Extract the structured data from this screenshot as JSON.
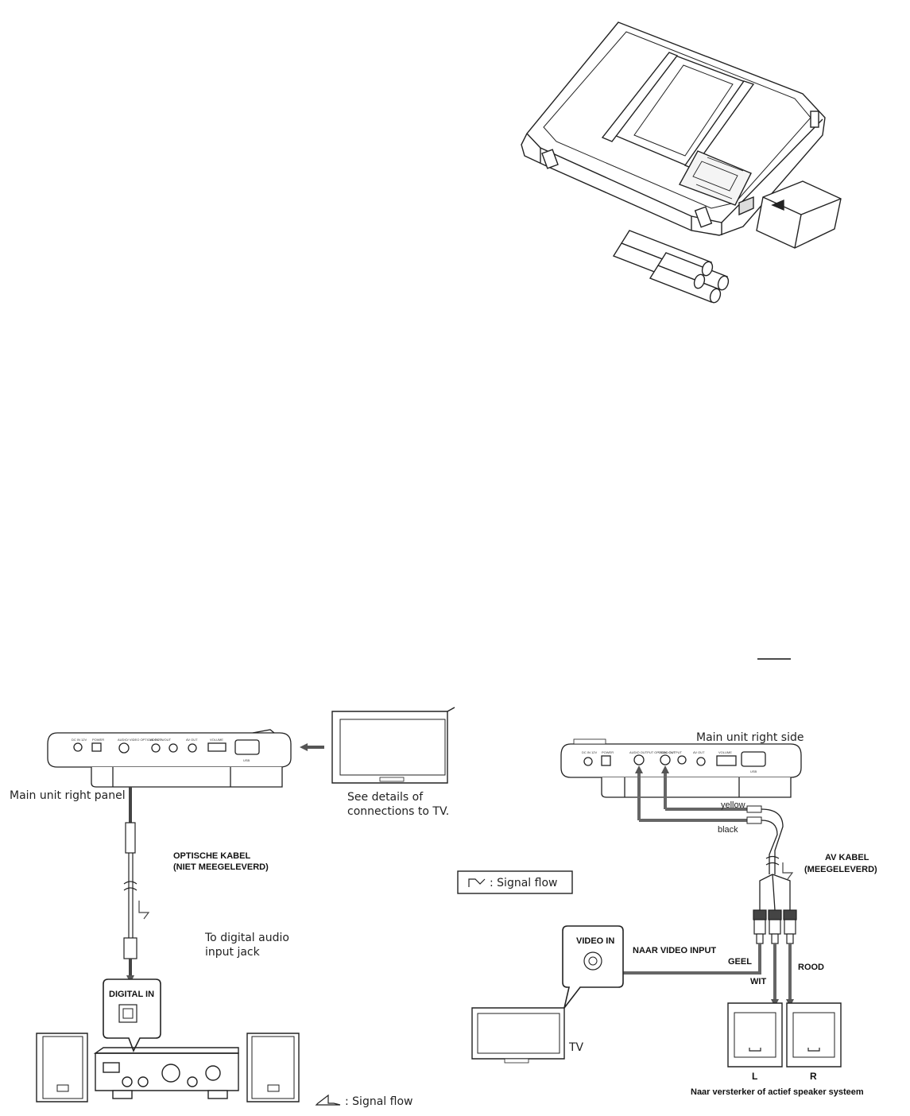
{
  "top_figure": {
    "name": "battery-pack-installation"
  },
  "left_diagram": {
    "panel_label": "Main unit right panel",
    "tv_note_line1": "See details of",
    "tv_note_line2": "connections to TV.",
    "cable_label_line1": "OPTISCHE KABEL",
    "cable_label_line2": "(NIET MEEGELEVERD)",
    "target_line1": "To digital audio",
    "target_line2": "input jack",
    "digital_in_label": "DIGITAL IN",
    "signal_flow": ": Signal  flow"
  },
  "right_diagram": {
    "side_label": "Main unit right side",
    "wire_yellow": "yellow",
    "wire_black": "black",
    "cable_label_line1": "AV KABEL",
    "cable_label_line2": "(MEEGELEVERD)",
    "signal_flow": ": Signal  flow",
    "video_in_label": "VIDEO IN",
    "naar_video_input": "NAAR VIDEO INPUT",
    "geel": "GEEL",
    "wit": "WIT",
    "rood": "ROOD",
    "tv_label": "TV",
    "left_speaker": "L",
    "right_speaker": "R",
    "footer": "Naar versterker of actief speaker systeem"
  },
  "panel_jacks_left": [
    "DC IN 12V",
    "POWER",
    "AUDIO/ VIDEO OPTICAL OUT",
    "VIDEO IN/OUT",
    "AV OUT",
    "VOLUME",
    "USB"
  ],
  "panel_jacks_right": [
    "DC IN 12V",
    "POWER",
    "AUDIO OUTPUT OPTICAL OUT",
    "VIDEO OUTPUT",
    "AV OUT",
    "VOLUME",
    "USB"
  ]
}
